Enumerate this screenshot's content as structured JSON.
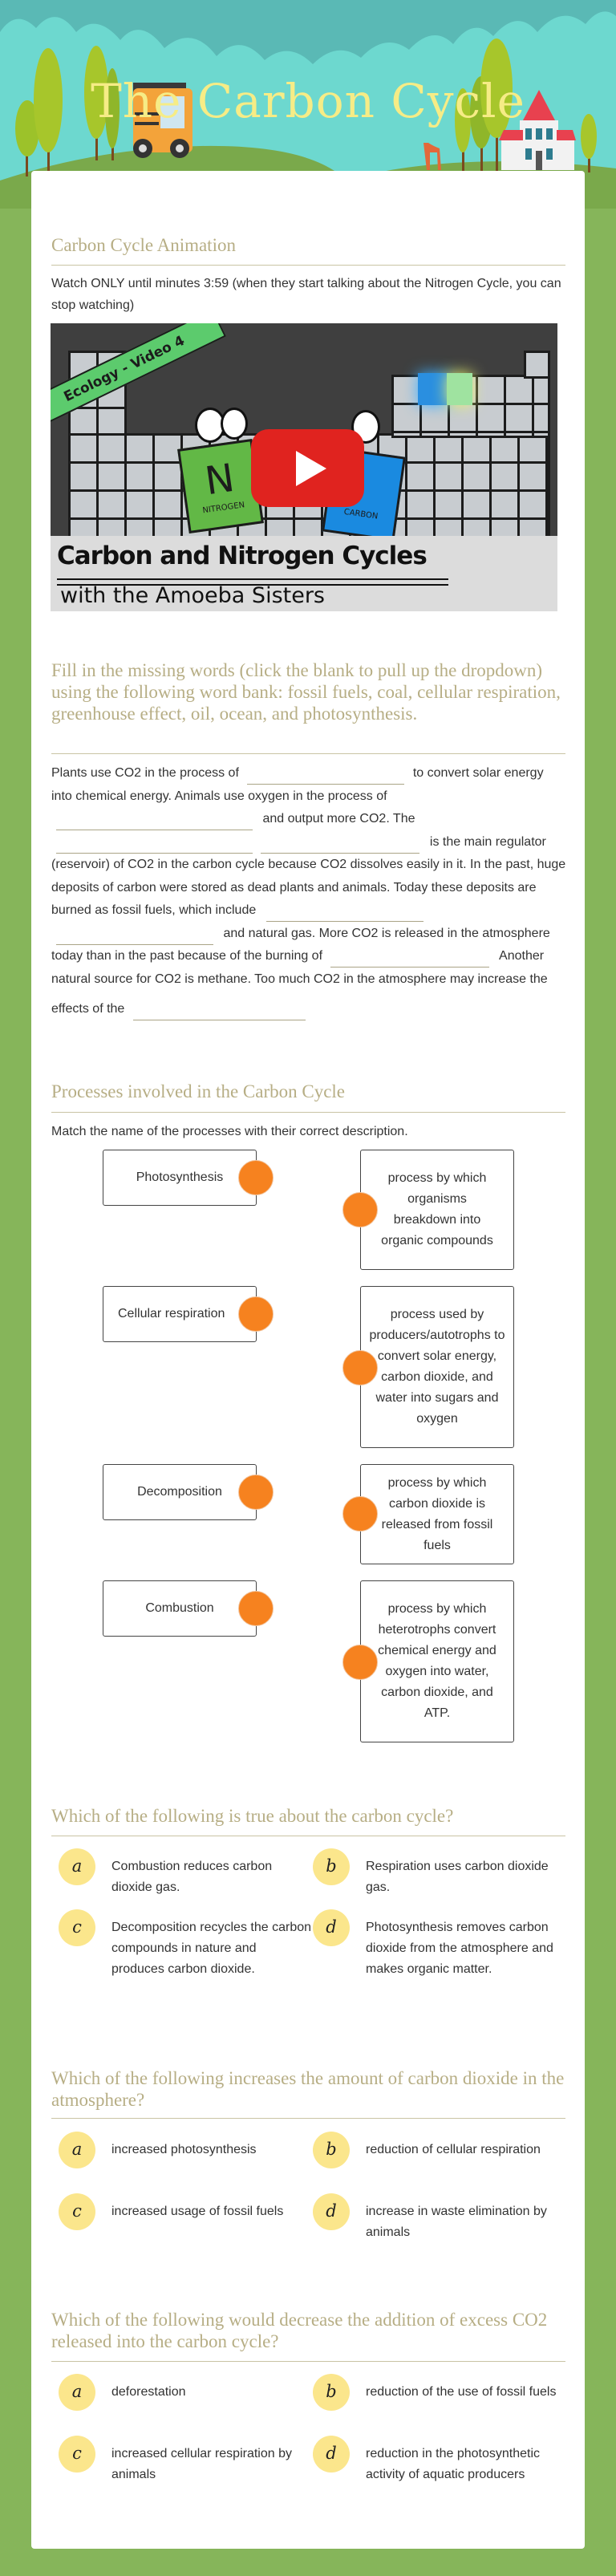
{
  "header": {
    "title": "The Carbon Cycle"
  },
  "colors": {
    "background_green": "#86b55a",
    "heading": "#b7ae85",
    "title": "#f6ec86",
    "match_dot": "#f6821f",
    "option_circle": "#fbe68c",
    "play_button": "#e0231f"
  },
  "video_section": {
    "heading": "Carbon Cycle Animation",
    "instructions": "Watch ONLY until minutes 3:59 (when they start talking about the Nitrogen Cycle, you can stop watching)",
    "video": {
      "banner": "Ecology - Video 4",
      "title": "Carbon and Nitrogen Cycles",
      "subtitle": "with the Amoeba Sisters",
      "card_left_symbol": "N",
      "card_left_name": "NITROGEN",
      "card_right_name": "CARBON",
      "play_icon": "youtube-play-icon"
    }
  },
  "fill_in": {
    "heading": "Fill in the missing words (click the blank to pull up the dropdown) using the following word bank: fossil fuels, coal, cellular respiration, greenhouse effect, oil, ocean, and photosynthesis.",
    "segments": [
      "Plants use CO2 in the process of",
      "to convert solar energy into chemical energy. Animals use oxygen in the process of",
      "and output more CO2. The",
      "is the main regulator (reservoir) of CO2 in the carbon cycle because CO2 dissolves easily in it. In the past, huge deposits of carbon were stored as dead plants and animals. Today these deposits are burned as fossil fuels, which include",
      "and natural gas. More CO2 is released in the atmosphere today than in the past because of the burning of",
      "Another natural source for CO2 is methane. Too much CO2 in the atmosphere may increase the effects of the"
    ]
  },
  "matching": {
    "heading": "Processes involved in the Carbon Cycle",
    "instructions": "Match the name of the processes with their correct description.",
    "terms": [
      "Photosynthesis",
      "Cellular respiration",
      "Decomposition",
      "Combustion"
    ],
    "descriptions": [
      "process by which organisms breakdown into organic compounds",
      "process used by producers/autotrophs to convert solar energy, carbon dioxide, and water into sugars and oxygen",
      "process by which carbon dioxide is released from fossil fuels",
      "process by which heterotrophs convert chemical energy and oxygen into water, carbon dioxide, and ATP."
    ]
  },
  "questions": [
    {
      "question": "Which of the following is true about the carbon cycle?",
      "options": [
        {
          "letter": "a",
          "text": "Combustion reduces carbon dioxide gas."
        },
        {
          "letter": "b",
          "text": "Respiration uses carbon dioxide gas."
        },
        {
          "letter": "c",
          "text": "Decomposition recycles the carbon compounds in nature and produces carbon dioxide."
        },
        {
          "letter": "d",
          "text": "Photosynthesis removes carbon dioxide from the atmosphere and makes organic matter."
        }
      ]
    },
    {
      "question": "Which of the following increases the amount of carbon dioxide in the atmosphere?",
      "options": [
        {
          "letter": "a",
          "text": "increased photosynthesis"
        },
        {
          "letter": "b",
          "text": "reduction of cellular respiration"
        },
        {
          "letter": "c",
          "text": "increased usage of fossil fuels"
        },
        {
          "letter": "d",
          "text": "increase in waste elimination by animals"
        }
      ]
    },
    {
      "question": "Which of the following would decrease the addition of excess CO2 released into the carbon cycle?",
      "options": [
        {
          "letter": "a",
          "text": "deforestation"
        },
        {
          "letter": "b",
          "text": "reduction of the use of fossil fuels"
        },
        {
          "letter": "c",
          "text": "increased cellular respiration by animals"
        },
        {
          "letter": "d",
          "text": "reduction in the photosynthetic activity of aquatic producers"
        }
      ]
    }
  ]
}
